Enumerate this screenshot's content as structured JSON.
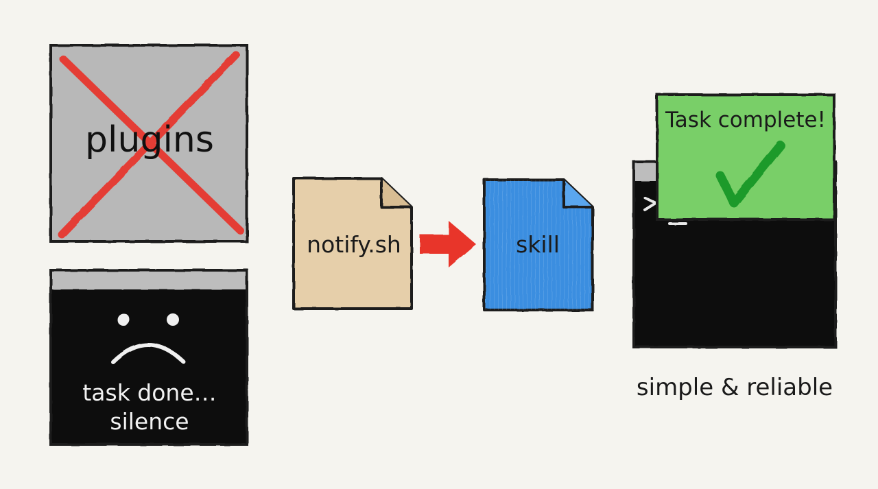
{
  "panels": {
    "plugins": {
      "label": "plugins",
      "state": "crossed-out",
      "fill": "#b8b8b8",
      "cross_color": "#e8342c"
    },
    "silent_terminal": {
      "label": "task done… silence",
      "face_icon": "sad-face-icon",
      "fill": "#0a0a0a",
      "titlebar": "#bdbdbd"
    }
  },
  "flow": {
    "script_file": {
      "label": "notify.sh",
      "fill": "#e6cfaa"
    },
    "arrow_icon": "right-arrow-icon",
    "arrow_color": "#e8342c",
    "skill_file": {
      "label": "skill",
      "fill": "#3a8ee0"
    }
  },
  "result": {
    "notification": {
      "label": "Task complete!",
      "check_icon": "checkmark-icon",
      "fill": "#79cf67",
      "check_color": "#1f9a2c"
    },
    "terminal": {
      "prompt": ">_",
      "fill": "#0a0a0a"
    },
    "caption": "simple & reliable"
  }
}
